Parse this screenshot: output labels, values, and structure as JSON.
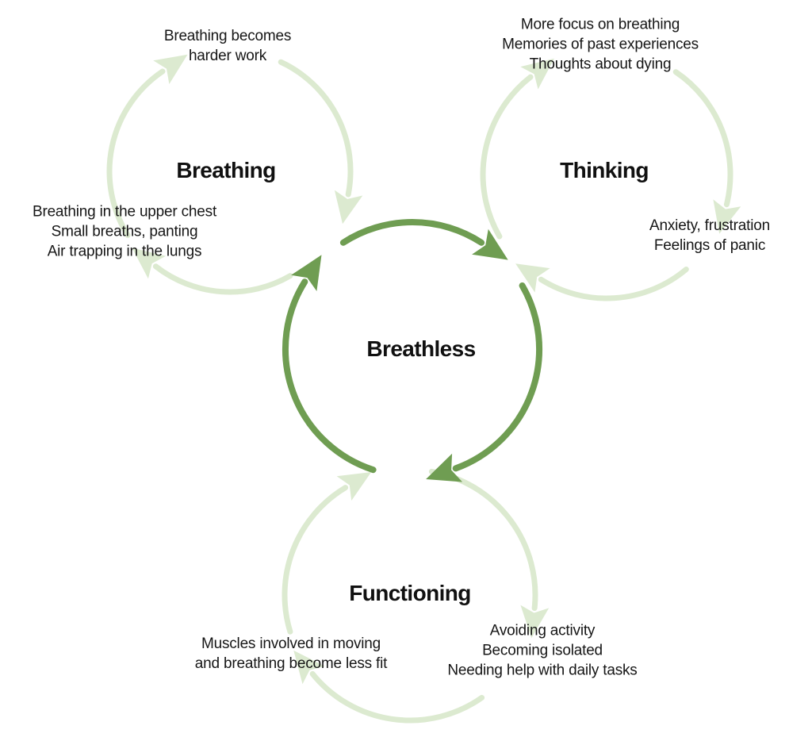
{
  "diagram": {
    "background_color": "#ffffff",
    "colors": {
      "outer_cycle_arrow": "#dcead0",
      "inner_cycle_arrow": "#6f9d52",
      "text": "#161616"
    },
    "center": {
      "title": "Breathless"
    },
    "cycles": [
      {
        "id": "breathing",
        "title": "Breathing",
        "notes": [
          {
            "id": "breathing-top",
            "lines": [
              "Breathing becomes",
              "harder work"
            ]
          },
          {
            "id": "breathing-left",
            "lines": [
              "Breathing in the upper chest",
              "Small breaths, panting",
              "Air trapping in the lungs"
            ]
          }
        ]
      },
      {
        "id": "thinking",
        "title": "Thinking",
        "notes": [
          {
            "id": "thinking-top",
            "lines": [
              "More focus on breathing",
              "Memories of past experiences",
              "Thoughts about dying"
            ]
          },
          {
            "id": "thinking-right",
            "lines": [
              "Anxiety, frustration",
              "Feelings of panic"
            ]
          }
        ]
      },
      {
        "id": "functioning",
        "title": "Functioning",
        "notes": [
          {
            "id": "functioning-left",
            "lines": [
              "Muscles involved in moving",
              "and breathing become less fit"
            ]
          },
          {
            "id": "functioning-right",
            "lines": [
              "Avoiding activity",
              "Becoming isolated",
              "Needing help with daily tasks"
            ]
          }
        ]
      }
    ]
  }
}
